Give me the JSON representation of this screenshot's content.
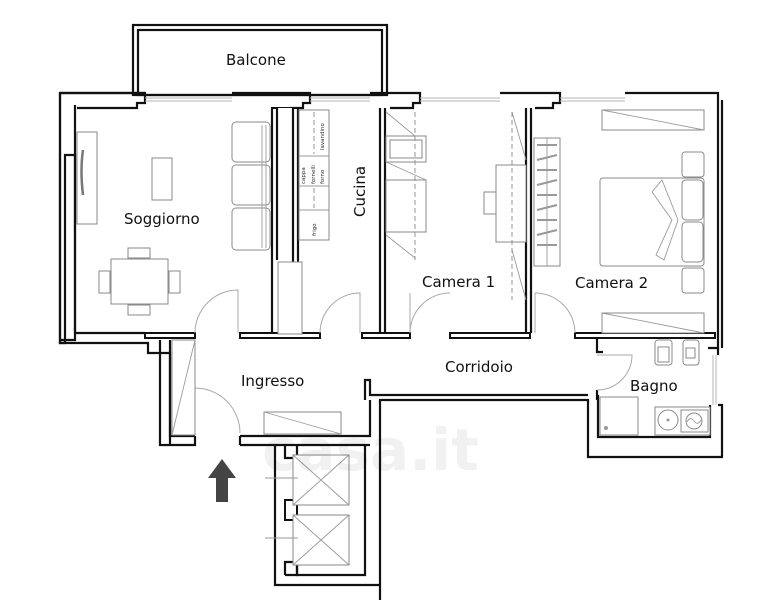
{
  "plan": {
    "rooms": {
      "balcone": "Balcone",
      "soggiorno": "Soggiorno",
      "cucina": "Cucina",
      "camera1": "Camera 1",
      "camera2": "Camera 2",
      "ingresso": "Ingresso",
      "corridoio": "Corridoio",
      "bagno": "Bagno"
    },
    "kitchen_labels": {
      "lavandino": "lavandino",
      "cappa": "cappa",
      "fornelli": "fornelli",
      "forno": "forno",
      "frigo": "frigo"
    },
    "watermark": "casa.it",
    "entrance_arrow_color": "#444444",
    "wall_color": "#111111"
  }
}
